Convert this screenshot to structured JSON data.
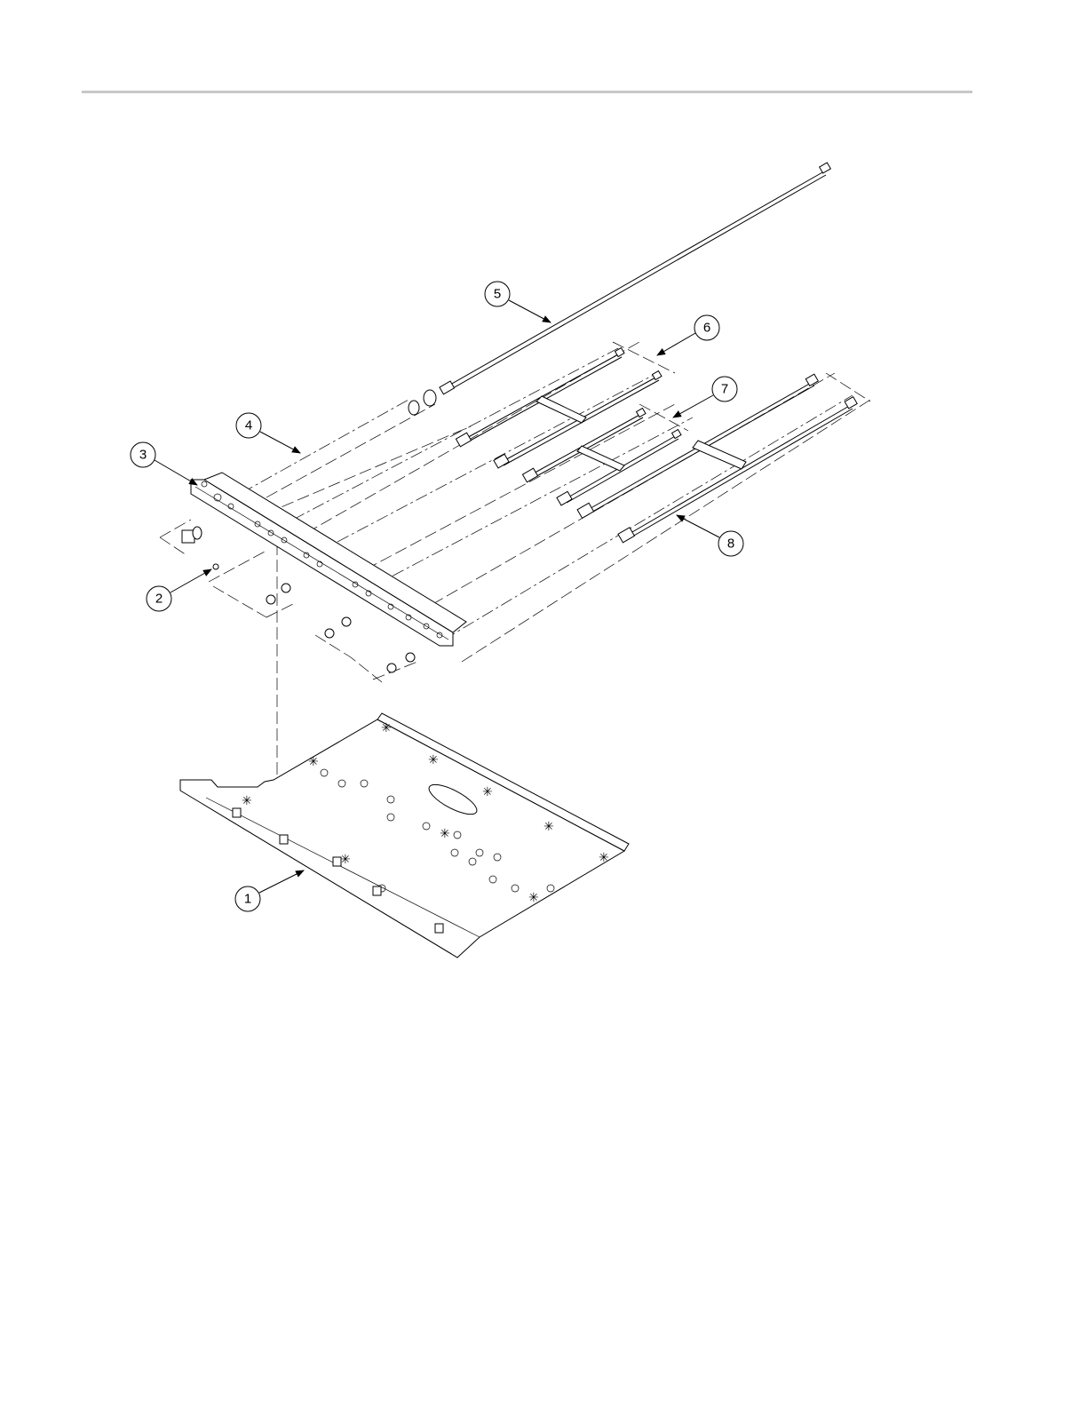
{
  "callouts": [
    {
      "id": "callout-1",
      "label": "1"
    },
    {
      "id": "callout-2",
      "label": "2"
    },
    {
      "id": "callout-3",
      "label": "3"
    },
    {
      "id": "callout-4",
      "label": "4"
    },
    {
      "id": "callout-5",
      "label": "5"
    },
    {
      "id": "callout-6",
      "label": "6"
    },
    {
      "id": "callout-7",
      "label": "7"
    },
    {
      "id": "callout-8",
      "label": "8"
    }
  ],
  "colors": {
    "line": "#000000",
    "rule": "#c8c8c8",
    "background": "#ffffff"
  }
}
